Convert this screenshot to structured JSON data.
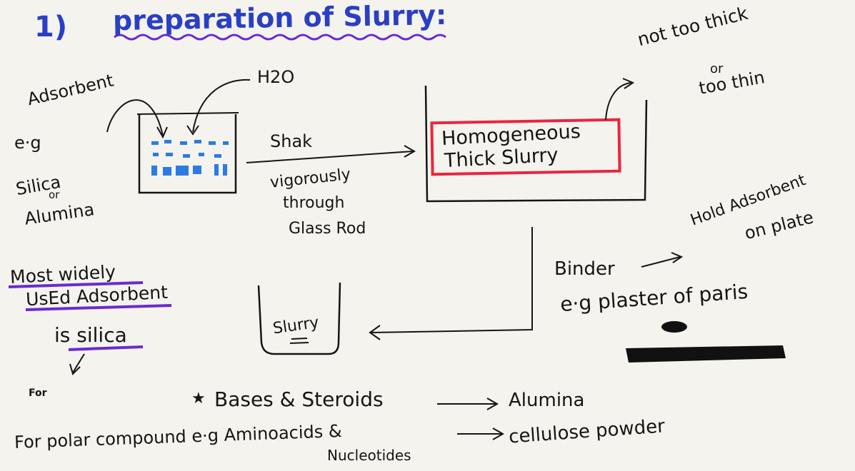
{
  "heading": {
    "number": "1)",
    "title": "preparation of Slurry:"
  },
  "left_note": {
    "adsorbent": "Adsorbent",
    "eg": "e·g",
    "silica": "Silica",
    "or": "or",
    "alumina": "Alumina"
  },
  "water": "H2O",
  "shake": {
    "line1": "Shak",
    "line2": "vigorously",
    "line3": "through",
    "line4": "Glass Rod"
  },
  "homogeneous": {
    "line1": "Homogeneous",
    "line2": "Thick Slurry"
  },
  "consistency": {
    "line1": "not too thick",
    "line2": "or",
    "line3": "too thin"
  },
  "binder": {
    "label": "Binder",
    "role_line1": "Hold Adsorbent",
    "role_line2": "on plate",
    "example": "e·g plaster of paris"
  },
  "slurry_label": "Slurry",
  "most_used": {
    "line1": "Most widely",
    "line2": "UsEd Adsorbent",
    "line3": "is silica"
  },
  "for_short": "For",
  "bases": {
    "star": "★",
    "label": "Bases & Steroids",
    "result": "Alumina"
  },
  "polar": {
    "label": "For polar compound e·g Aminoacids &",
    "label2": "Nucleotides",
    "result": "cellulose powder"
  },
  "colors": {
    "ink": "#151515",
    "heading_blue": "#2a3fc4",
    "underline_purple": "#6a2bd0",
    "box_red": "#e8263f",
    "beaker_blue": "#2d7be0"
  }
}
